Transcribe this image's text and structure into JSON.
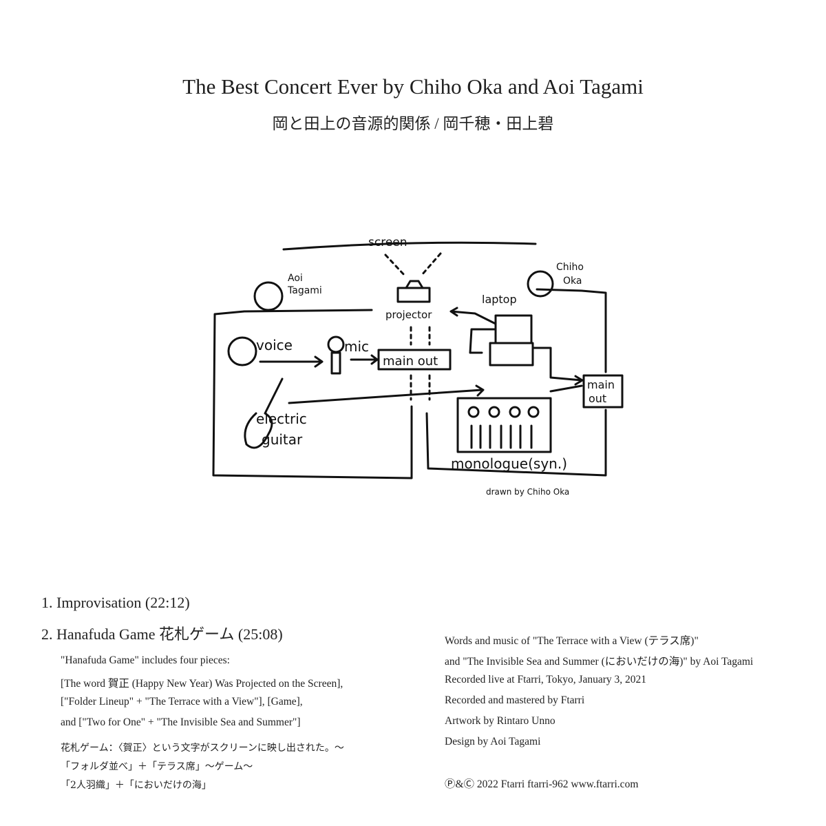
{
  "title": "The Best Concert Ever by Chiho Oka and Aoi Tagami",
  "subtitle": "岡と田上の音源的関係 / 岡千穂・田上碧",
  "diagram": {
    "screen": "screen",
    "aoi": "Aoi",
    "tagami": "Tagami",
    "chiho": "Chiho",
    "oka": "Oka",
    "projector": "projector",
    "laptop": "laptop",
    "voice": "voice",
    "mic": "mic",
    "main_out_left": "main out",
    "main": "main",
    "out": "out",
    "electric": "electric",
    "guitar": "guitar",
    "monologue": "monologue(syn.)",
    "drawn_by": "drawn by Chiho Oka"
  },
  "tracks": [
    "1. Improvisation (22:12)",
    "2. Hanafuda Game 花札ゲーム (25:08)"
  ],
  "notes": [
    "\"Hanafuda Game\" includes four pieces:",
    "[The word 賀正 (Happy New Year) Was Projected on the Screen],",
    "[\"Folder Lineup\" + \"The Terrace with a View\"], [Game],",
    "and [\"Two for One\" + \"The Invisible Sea and Summer\"]"
  ],
  "notes_jp": [
    "花札ゲーム：〈賀正〉という文字がスクリーンに映し出された。〜",
    "「フォルダ並べ」＋「テラス席」〜ゲーム〜",
    "「2人羽織」＋「においだけの海」"
  ],
  "credits": [
    "Words and music of  \"The Terrace with a View (テラス席)\"",
    "and \"The Invisible Sea and Summer (においだけの海)\" by Aoi Tagami",
    "Recorded live at Ftarri, Tokyo, January 3, 2021",
    "Recorded and mastered by Ftarri",
    "Artwork by Rintaro Unno",
    "Design by Aoi Tagami"
  ],
  "copyright": "Ⓟ&Ⓒ 2022 Ftarri  ftarri-962  www.ftarri.com"
}
